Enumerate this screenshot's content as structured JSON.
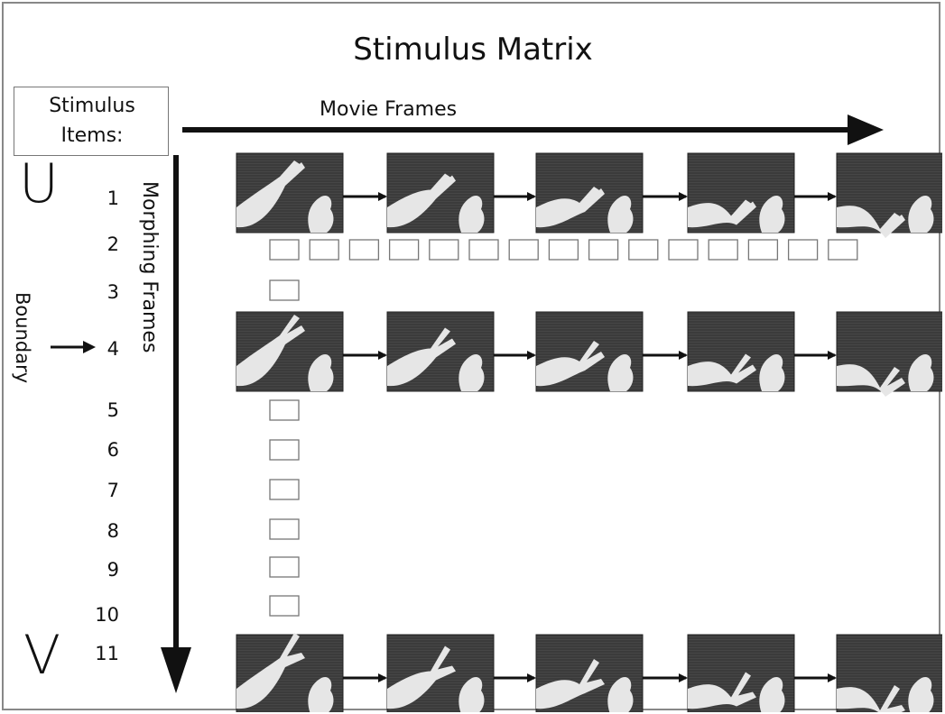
{
  "title": "Stimulus Matrix",
  "stimulus_items_label": [
    "Stimulus",
    "Items:"
  ],
  "movie_frames_label": "Movie Frames",
  "morphing_frames_label": "Morphing Frames",
  "boundary_label": "Boundary",
  "endpoint_top": "U",
  "endpoint_bottom": "V",
  "item_numbers": [
    "1",
    "2",
    "3",
    "4",
    "5",
    "6",
    "7",
    "8",
    "9",
    "10",
    "11"
  ],
  "image_rows": [
    {
      "item": "1",
      "gesture": "hand-U-sign",
      "frames": 5
    },
    {
      "item": "4",
      "gesture": "hand-boundary-sign",
      "frames": 5
    },
    {
      "item": "11",
      "gesture": "hand-V-sign",
      "frames": 5
    }
  ],
  "placeholder_boxes": {
    "row_item_2_count": 15,
    "column_items": [
      "3",
      "5",
      "6",
      "7",
      "8",
      "9",
      "10"
    ]
  },
  "colors": {
    "photo_bg": "#3a3a3a",
    "hand": "#e6e6e6",
    "arrow": "#111111",
    "border": "#888888"
  }
}
